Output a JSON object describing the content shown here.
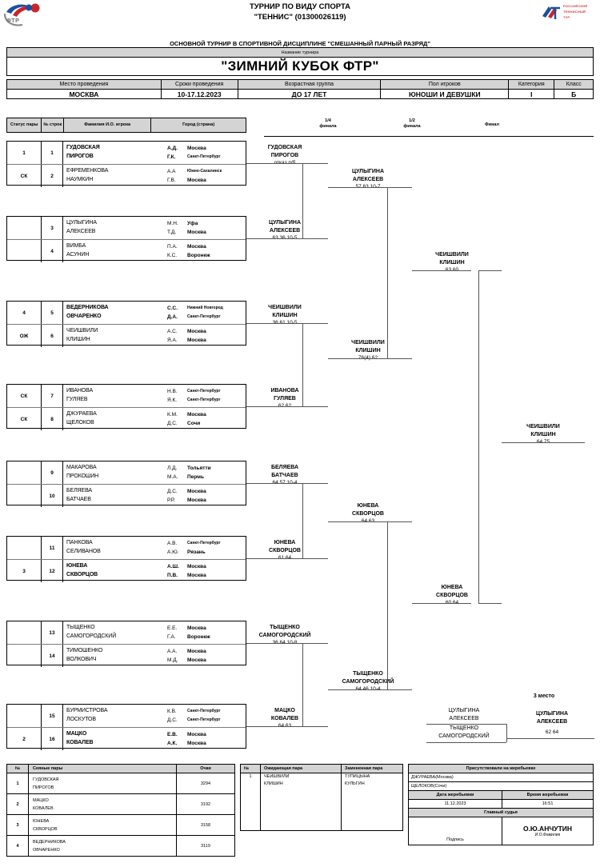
{
  "header": {
    "title_line1": "ТУРНИР ПО ВИДУ СПОРТА",
    "title_line2": "\"ТЕННИС\" (01300026119)",
    "logo_left": "ФТР",
    "logo_right_l1": "РОССИЙСКИЙ",
    "logo_right_l2": "ТЕННИСНЫЙ",
    "logo_right_l3": "ТУР",
    "discipline": "ОСНОВНОЙ ТУРНИР В СПОРТИВНОЙ ДИСЦИПЛИНЕ \"СМЕШАННЫЙ ПАРНЫЙ РАЗРЯД\"",
    "tour_name_caption": "Название турнира",
    "tour_name": "\"ЗИМНИЙ КУБОК ФТР\""
  },
  "venue": {
    "headers": [
      "Место проведения",
      "Сроки проведения",
      "Возрастная группа",
      "Пол игроков",
      "Категория",
      "Класс"
    ],
    "values": [
      "МОСКВА",
      "10-17.12.2023",
      "ДО 17 ЛЕТ",
      "ЮНОШИ И ДЕВУШКИ",
      "I",
      "Б"
    ]
  },
  "draw_headers": {
    "status": "Статус пары",
    "line_no": "№ строк",
    "player": "Фамилия И.О. игрока",
    "city": "Город (страна)"
  },
  "rounds": {
    "quarter_l1": "1/4",
    "quarter_l2": "финала",
    "semi_l1": "1/2",
    "semi_l2": "финала",
    "final": "Финал",
    "third_place": "3 место"
  },
  "entries": [
    {
      "status": "1",
      "no": "1",
      "p1": "ГУДОВСКАЯ",
      "i1": "А.Д.",
      "c1": "Москва",
      "c1sm": false,
      "p2": "ПИРОГОВ",
      "i2": "Г.К.",
      "c2": "Санкт-Петербург",
      "c2sm": true,
      "bold": true
    },
    {
      "status": "СК",
      "no": "2",
      "p1": "ЕФРЕМЕНКОВА",
      "i1": "А.А",
      "c1": "Южно-Сахалинск",
      "c1sm": true,
      "p2": "НАУМКИН",
      "i2": "Г.В.",
      "c2": "Москва",
      "c2sm": false,
      "bold": false
    },
    {
      "status": "",
      "no": "3",
      "p1": "ЦУЛЫГИНА",
      "i1": "М.Н.",
      "c1": "Уфа",
      "c1sm": false,
      "p2": "АЛЕКСЕЕВ",
      "i2": "Т.Д.",
      "c2": "Москва",
      "c2sm": false,
      "bold": false
    },
    {
      "status": "",
      "no": "4",
      "p1": "ВИМБА",
      "i1": "П.А.",
      "c1": "Москва",
      "c1sm": false,
      "p2": "АСУНИН",
      "i2": "К.С.",
      "c2": "Воронеж",
      "c2sm": false,
      "bold": false
    },
    {
      "status": "4",
      "no": "5",
      "p1": "ВЕДЕРНИКОВА",
      "i1": "С.С.",
      "c1": "Нижний Новгород",
      "c1sm": true,
      "p2": "ОВЧАРЕНКО",
      "i2": "Д.А.",
      "c2": "Санкт-Петербург",
      "c2sm": true,
      "bold": true
    },
    {
      "status": "ОЖ",
      "no": "6",
      "p1": "ЧЕИШВИЛИ",
      "i1": "А.С.",
      "c1": "Москва",
      "c1sm": false,
      "p2": "КЛИШИН",
      "i2": "Я.А.",
      "c2": "Москва",
      "c2sm": false,
      "bold": false
    },
    {
      "status": "СК",
      "no": "7",
      "p1": "ИВАНОВА",
      "i1": "Н.В.",
      "c1": "Санкт-Петербург",
      "c1sm": true,
      "p2": "ГУЛЯЕВ",
      "i2": "Я.К.",
      "c2": "Санкт-Петербург",
      "c2sm": true,
      "bold": false
    },
    {
      "status": "СК",
      "no": "8",
      "p1": "ДЖУРАЕВА",
      "i1": "К.М.",
      "c1": "Москва",
      "c1sm": false,
      "p2": "ЩЕЛОКОВ",
      "i2": "Д.С.",
      "c2": "Сочи",
      "c2sm": false,
      "bold": false
    },
    {
      "status": "",
      "no": "9",
      "p1": "МАКАРОВА",
      "i1": "Л.Д.",
      "c1": "Тольятти",
      "c1sm": false,
      "p2": "ПРОКОШИН",
      "i2": "М.А.",
      "c2": "Пермь",
      "c2sm": false,
      "bold": false
    },
    {
      "status": "",
      "no": "10",
      "p1": "БЕЛЯЕВА",
      "i1": "Д.С.",
      "c1": "Москва",
      "c1sm": false,
      "p2": "БАТЧАЕВ",
      "i2": "Р.Р.",
      "c2": "Москва",
      "c2sm": false,
      "bold": false
    },
    {
      "status": "",
      "no": "11",
      "p1": "ПАНКОВА",
      "i1": "А.В.",
      "c1": "Санкт-Петербург",
      "c1sm": true,
      "p2": "СЕЛИВАНОВ",
      "i2": "А.Ю.",
      "c2": "Рязань",
      "c2sm": false,
      "bold": false
    },
    {
      "status": "3",
      "no": "12",
      "p1": "ЮНЕВА",
      "i1": "А.Ш.",
      "c1": "Москва",
      "c1sm": false,
      "p2": "СКВОРЦОВ",
      "i2": "П.В.",
      "c2": "Москва",
      "c2sm": false,
      "bold": true
    },
    {
      "status": "",
      "no": "13",
      "p1": "ТЫЩЕНКО",
      "i1": "Е.Е.",
      "c1": "Москва",
      "c1sm": false,
      "p2": "САМОГОРОДСКИЙ",
      "i2": "Г.А.",
      "c2": "Воронеж",
      "c2sm": false,
      "bold": false
    },
    {
      "status": "",
      "no": "14",
      "p1": "ТИМОШЕНКО",
      "i1": "А.А.",
      "c1": "Москва",
      "c1sm": false,
      "p2": "ВОЛКОВИЧ",
      "i2": "М.Д.",
      "c2": "Москва",
      "c2sm": false,
      "bold": false
    },
    {
      "status": "",
      "no": "15",
      "p1": "БУРМИСТРОВА",
      "i1": "К.В.",
      "c1": "Санкт-Петербург",
      "c1sm": true,
      "p2": "ЛОСКУТОВ",
      "i2": "Д.С.",
      "c2": "Санкт-Петербург",
      "c2sm": true,
      "bold": false
    },
    {
      "status": "2",
      "no": "16",
      "p1": "МАЦКО",
      "i1": "Е.В.",
      "c1": "Москва",
      "c1sm": false,
      "p2": "КОВАЛЕВ",
      "i2": "А.К.",
      "c2": "Москва",
      "c2sm": false,
      "bold": true
    }
  ],
  "r2": [
    {
      "n1": "ГУДОВСКАЯ",
      "n2": "ПИРОГОВ",
      "score": "отказ п/б",
      "bold": true
    },
    {
      "n1": "ЦУЛЫГИНА",
      "n2": "АЛЕКСЕЕВ",
      "score": "63 36 10-5",
      "bold": false
    },
    {
      "n1": "ЧЕИШВИЛИ",
      "n2": "КЛИШИН",
      "score": "36 61 10-5",
      "bold": false
    },
    {
      "n1": "ИВАНОВА",
      "n2": "ГУЛЯЕВ",
      "score": "62 62",
      "bold": false
    },
    {
      "n1": "БЕЛЯЕВА",
      "n2": "БАТЧАЕВ",
      "score": "64 57 10-4",
      "bold": false
    },
    {
      "n1": "ЮНЕВА",
      "n2": "СКВОРЦОВ",
      "score": "61 64",
      "bold": true
    },
    {
      "n1": "ТЫЩЕНКО",
      "n2": "САМОГОРОДСКИЙ",
      "score": "36 64 10-8",
      "bold": false
    },
    {
      "n1": "МАЦКО",
      "n2": "КОВАЛЕВ",
      "score": "64 63",
      "bold": true
    }
  ],
  "r3": [
    {
      "n1": "ЦУЛЫГИНА",
      "n2": "АЛЕКСЕЕВ",
      "score": "57 63 10-7",
      "bold": false
    },
    {
      "n1": "ЧЕИШВИЛИ",
      "n2": "КЛИШИН",
      "score": "76(4) 62",
      "bold": false
    },
    {
      "n1": "ЮНЕВА",
      "n2": "СКВОРЦОВ",
      "score": "64 63",
      "bold": true
    },
    {
      "n1": "ТЫЩЕНКО",
      "n2": "САМОГОРОДСКИЙ",
      "score": "64 46 10-4",
      "bold": false
    }
  ],
  "r4": [
    {
      "n1": "ЧЕИШВИЛИ",
      "n2": "КЛИШИН",
      "score": "63 60",
      "bold": false
    },
    {
      "n1": "ЮНЕВА",
      "n2": "СКВОРЦОВ",
      "score": "60 64",
      "bold": false
    }
  ],
  "champion": {
    "n1": "ЧЕИШВИЛИ",
    "n2": "КЛИШИН",
    "score": "64 75",
    "bold": true
  },
  "third": {
    "a1": "ЦУЛЫГИНА",
    "a2": "АЛЕКСЕЕВ",
    "b1": "ТЫЩЕНКО",
    "b2": "САМОГОРОДСКИЙ",
    "w1": "ЦУЛЫГИНА",
    "w2": "АЛЕКСЕЕВ",
    "score": "62 64"
  },
  "seeded": {
    "headers": [
      "№",
      "Сеяные пары",
      "Очки"
    ],
    "rows": [
      {
        "no": "1",
        "p1": "ГУДОВСКАЯ",
        "p2": "ПИРОГОВ",
        "pts": "3294"
      },
      {
        "no": "2",
        "p1": "МАЦКО",
        "p2": "КОВАЛЕВ",
        "pts": "3192"
      },
      {
        "no": "3",
        "p1": "ЮНЕВА",
        "p2": "СКВОРЦОВ",
        "pts": "3158"
      },
      {
        "no": "4",
        "p1": "ВЕДЕРНИКОВА",
        "p2": "ОВЧАРЕНКО",
        "pts": "3119"
      }
    ]
  },
  "waiting": {
    "headers": [
      "№",
      "Ожидающая пара",
      "Замененная пара"
    ],
    "rows": [
      {
        "no": "1",
        "w1": "ЧЕИШВИЛИ",
        "w2": "КЛИШИН",
        "r1": "ТУПИЦЫНА",
        "r2": "КУЛЬГИН"
      }
    ]
  },
  "signature": {
    "present_header": "Присутствовали на жеребьевке",
    "present_1": "ДЖУРАЕВА(Москва)",
    "present_2": "ЩЕЛОКОВ(Сочи)",
    "date_header": "Дата жеребьевки",
    "time_header": "Время жеребьевки",
    "date_value": "11.12.2023",
    "time_value": "16:51",
    "chief_header": "Главный судья",
    "sign_caption": "Подпись",
    "chief_name": "О.Ю.АНЧУТИН",
    "chief_caption": "И.О.Фамилия"
  }
}
